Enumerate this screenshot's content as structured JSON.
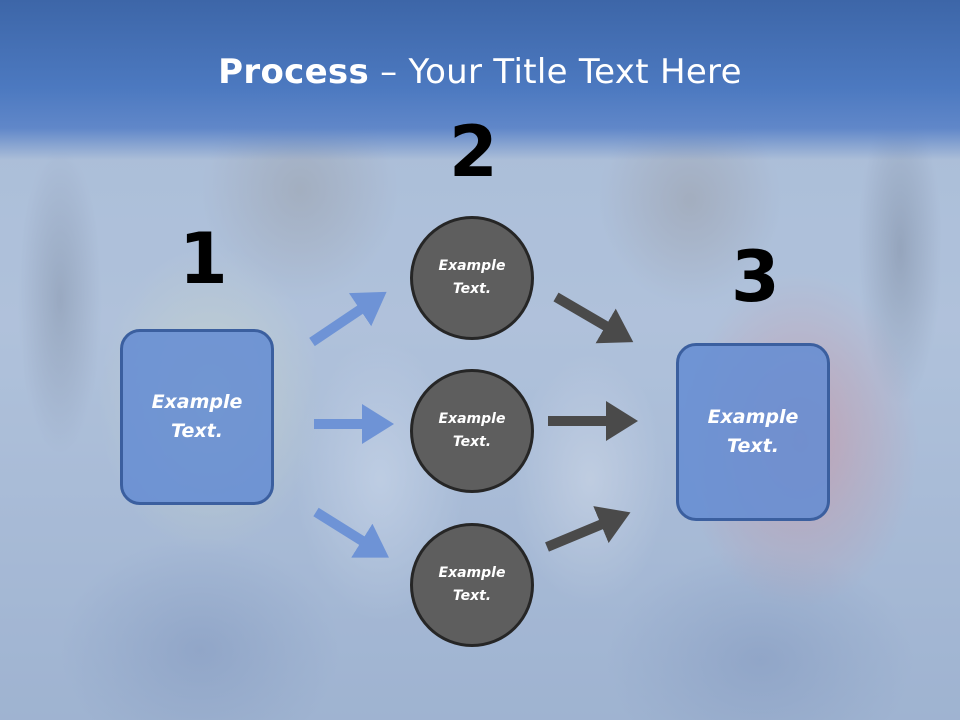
{
  "slide": {
    "title_bold": "Process",
    "title_rest": " – Your Title Text Here",
    "steps": {
      "one": "1",
      "two": "2",
      "three": "3"
    },
    "left_box": {
      "text": "Example\nText."
    },
    "right_box": {
      "text": "Example\nText."
    },
    "circles": [
      {
        "text": "Example\nText."
      },
      {
        "text": "Example\nText."
      },
      {
        "text": "Example\nText."
      }
    ],
    "colors": {
      "title_band": "#4c79c0",
      "box_fill": "#6b92d4",
      "box_border": "#3b5f9f",
      "circle_fill": "#5e5e5e",
      "blue_arrow": "#6e93d6",
      "dark_arrow": "#4a4a4a"
    }
  }
}
